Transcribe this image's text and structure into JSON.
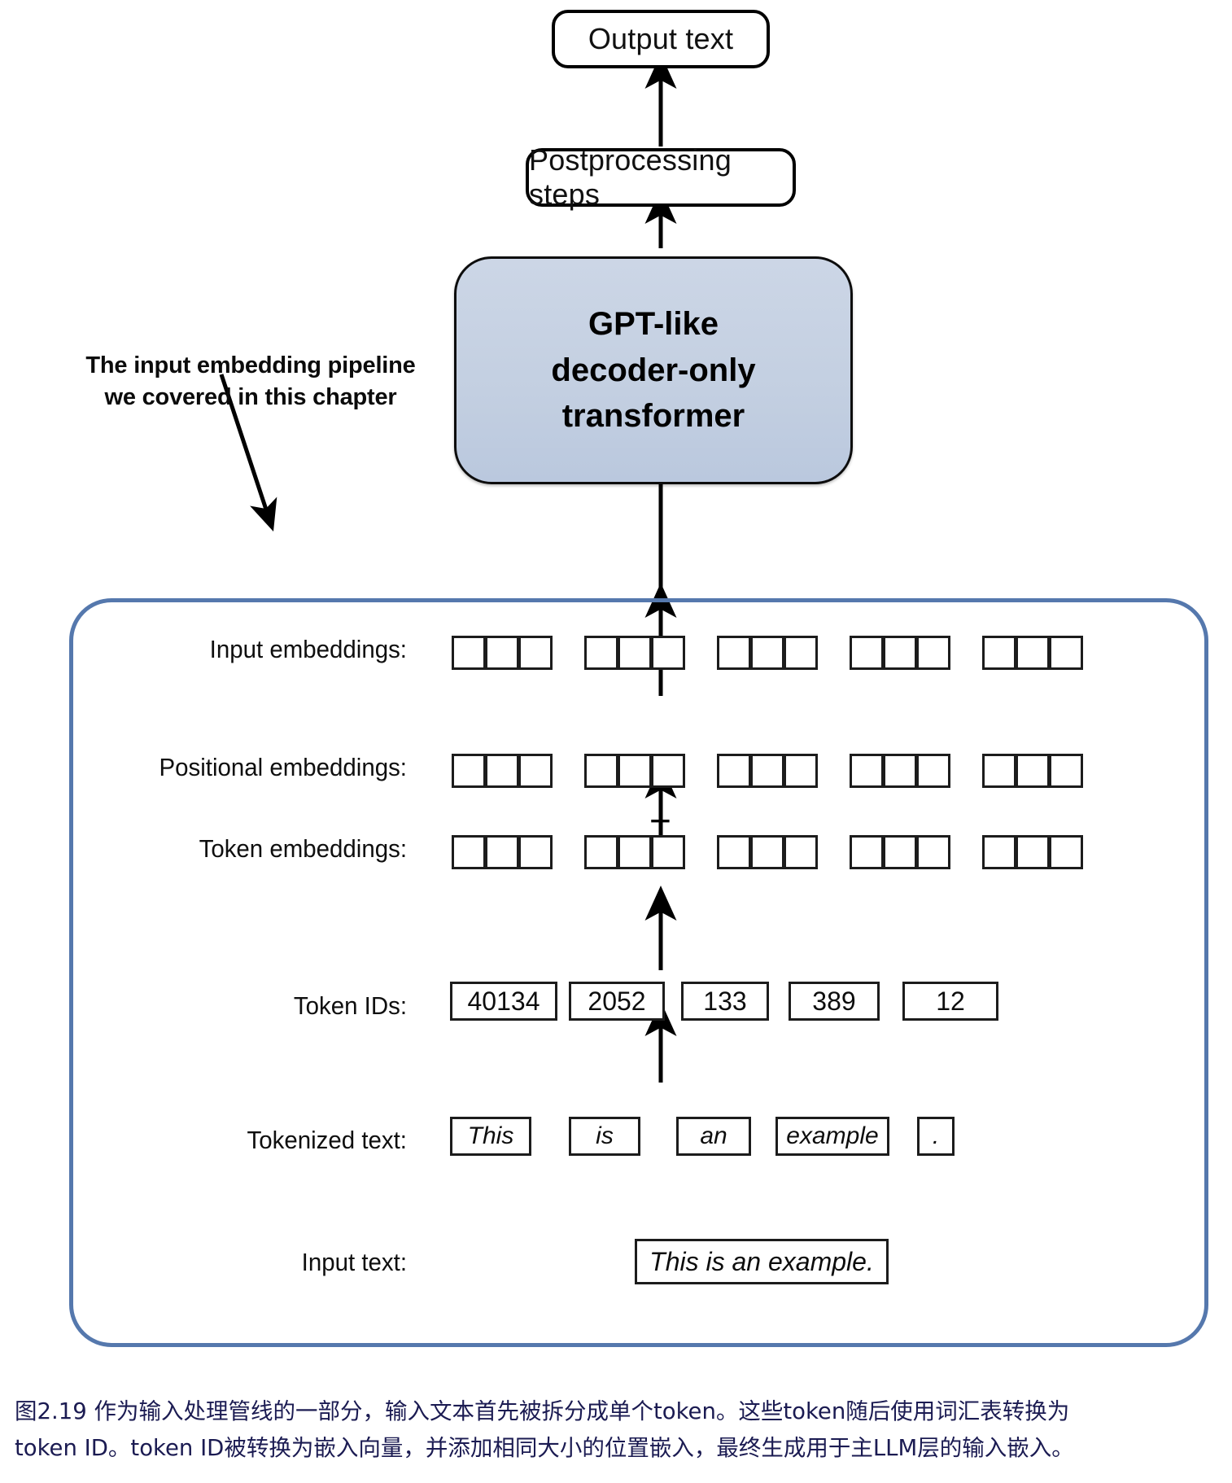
{
  "figure": {
    "title": "Input embedding pipeline diagram",
    "accent_blue": "#5578ad",
    "transformer_fill": "#c5cfdf",
    "caption_color": "#1b1b52"
  },
  "top_blocks": {
    "output_text": "Output text",
    "postprocessing": "Postprocessing steps",
    "transformer_line1": "GPT-like",
    "transformer_line2": "decoder-only",
    "transformer_line3": "transformer"
  },
  "callout": {
    "line1": "The input embedding pipeline",
    "line2": "we covered in this chapter"
  },
  "rows": {
    "input_embeddings_label": "Input embeddings:",
    "positional_embeddings_label": "Positional embeddings:",
    "token_embeddings_label": "Token embeddings:",
    "token_ids_label": "Token IDs:",
    "tokenized_text_label": "Tokenized text:",
    "input_text_label": "Input text:"
  },
  "embedding_grid": {
    "groups": 5,
    "cells_per_group": 3
  },
  "token_ids": [
    "40134",
    "2052",
    "133",
    "389",
    "12"
  ],
  "tokens": [
    "This",
    "is",
    "an",
    "example",
    "."
  ],
  "input_text": "This is an example.",
  "plus_symbol": "+",
  "caption": {
    "line1": "图2.19 作为输入处理管线的一部分，输入文本首先被拆分成单个token。这些token随后使用词汇表转换为",
    "line2": "token ID。token ID被转换为嵌入向量，并添加相同大小的位置嵌入，最终生成用于主LLM层的输入嵌入。"
  }
}
